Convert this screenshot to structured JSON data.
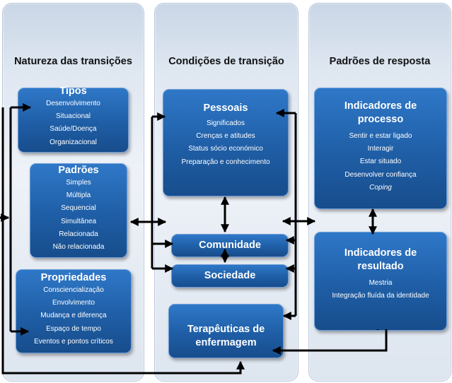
{
  "columns": {
    "natureza": {
      "title": "Natureza das transições"
    },
    "condicoes": {
      "title": "Condições de transição"
    },
    "padroes_resposta": {
      "title": "Padrões de resposta"
    }
  },
  "tipos": {
    "title": "Tipos",
    "items": [
      "Desenvolvimento",
      "Situacional",
      "Saúde/Doença",
      "Organizacional"
    ]
  },
  "padroes": {
    "title": "Padrões",
    "items": [
      "Simples",
      "Múltipla",
      "Sequencial",
      "Simultânea",
      "Relacionada",
      "Não relacionada"
    ]
  },
  "propriedades": {
    "title": "Propriedades",
    "items": [
      "Consciencialização",
      "Envolvimento",
      "Mudança e diferença",
      "Espaço de tempo",
      "Eventos e pontos críticos"
    ]
  },
  "pessoais": {
    "title": "Pessoais",
    "items": [
      "Significados",
      "Crenças e atitudes",
      "Status sócio económico",
      "Preparação e conhecimento"
    ]
  },
  "comunidade": {
    "title": "Comunidade"
  },
  "sociedade": {
    "title": "Sociedade"
  },
  "terapeuticas": {
    "title_line1": "Terapêuticas de",
    "title_line2": "enfermagem"
  },
  "indicadores_processo": {
    "title_line1": "Indicadores de",
    "title_line2": "processo",
    "items": [
      "Sentir e estar ligado",
      "Interagir",
      "Estar situado",
      "Desenvolver confiança"
    ],
    "italic_item": "Coping"
  },
  "indicadores_resultado": {
    "title_line1": "Indicadores de",
    "title_line2": "resultado",
    "items": [
      "Mestria",
      "Integração fluída da identidade"
    ]
  },
  "colors": {
    "box_fill": "#1f5ea6",
    "panel": "#dfe7f1",
    "arrow": "#000000"
  }
}
